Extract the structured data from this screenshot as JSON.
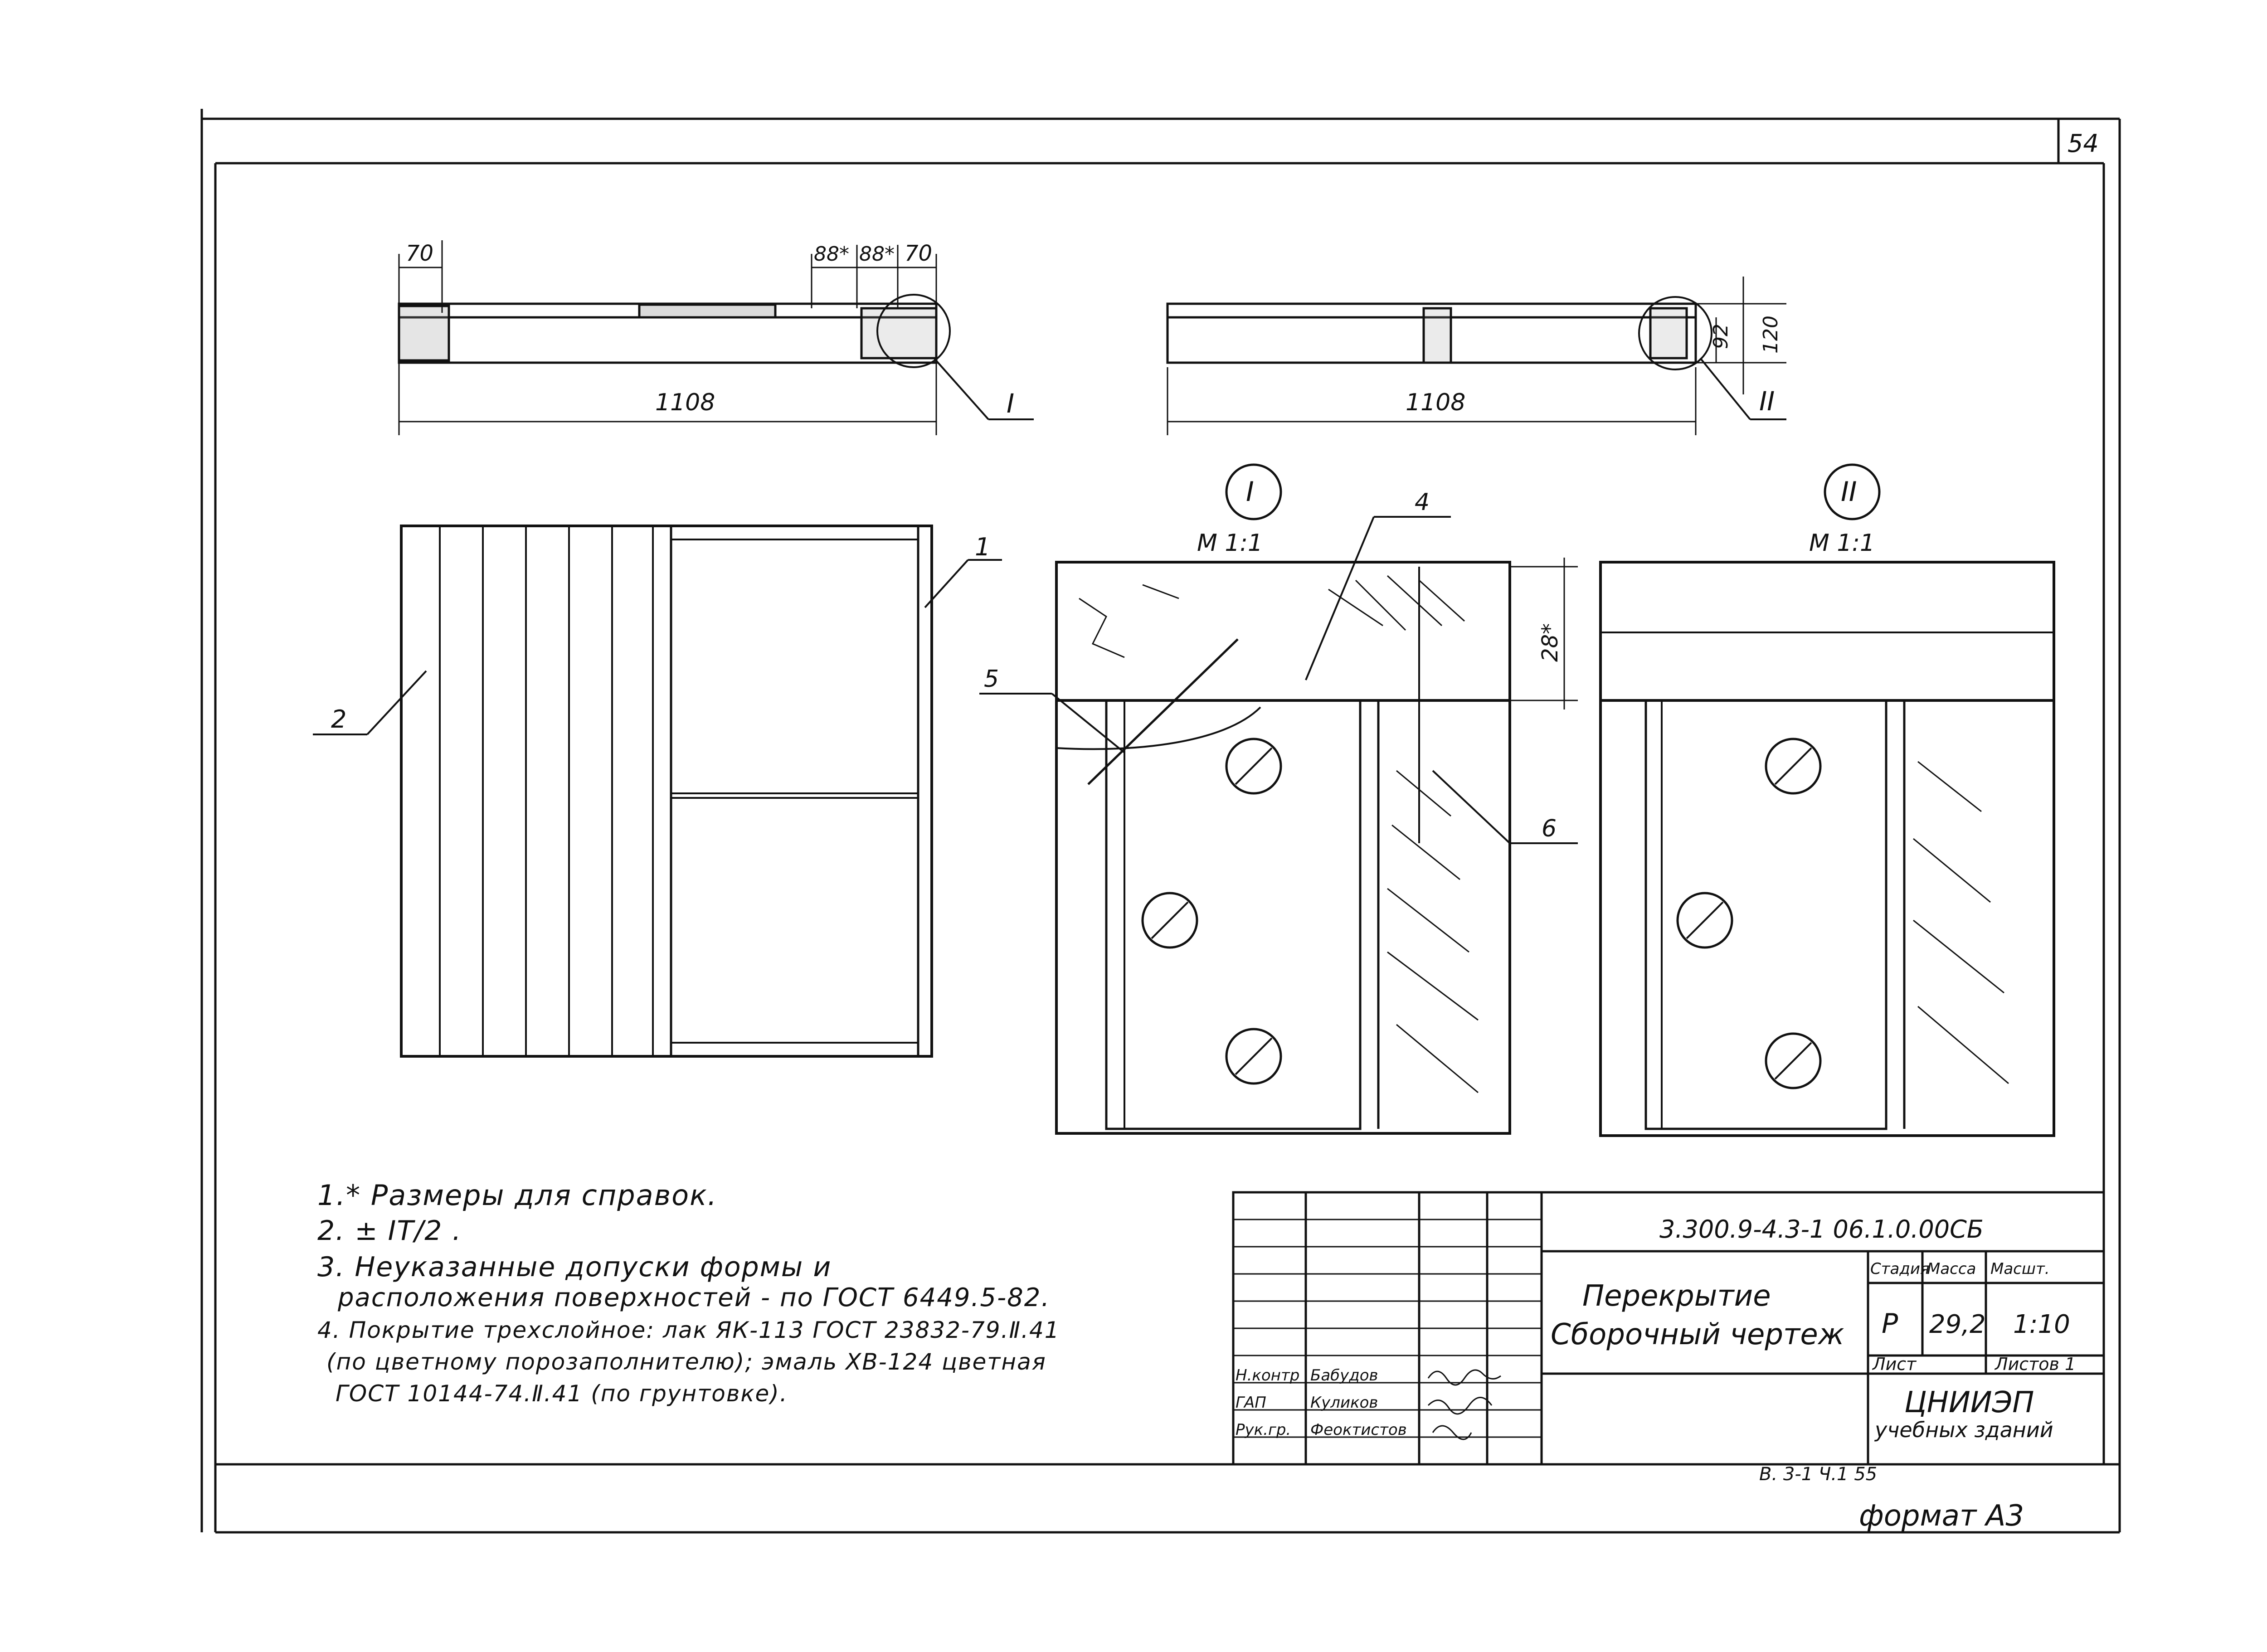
{
  "sheet": {
    "page_number": "54",
    "format_label": "формат А3",
    "stamp_code": "В. 3-1 Ч.1 55"
  },
  "drawing": {
    "dim_top_1": {
      "d70_left": "70",
      "d88a": "88*",
      "d88b": "88*",
      "d70_right": "70",
      "length": "1108",
      "callout": "I"
    },
    "dim_top_2": {
      "length": "1108",
      "d92": "92",
      "d120": "120",
      "callout": "II"
    },
    "panel": {
      "callout_1": "1",
      "callout_2": "2"
    },
    "detail_1": {
      "title": "I",
      "scale": "М 1:1",
      "callout_4": "4",
      "callout_5": "5",
      "callout_6": "6",
      "dim_28": "28*"
    },
    "detail_2": {
      "title": "II",
      "scale": "М 1:1"
    }
  },
  "notes": [
    "1.* Размеры для справок.",
    "2. ± IT/2 .",
    "3. Неуказанные допуски формы и",
    "расположения поверхностей - по ГОСТ 6449.5-82.",
    "4. Покрытие трехслойное: лак ЯК-113 ГОСТ 23832-79.Ⅱ.41",
    "(по цветному порозаполнителю); эмаль ХВ-124 цветная",
    "ГОСТ 10144-74.Ⅱ.41 (по грунтовке)."
  ],
  "title_block": {
    "doc_code": "3.300.9-4.3-1 06.1.0.00СБ",
    "title_line1": "Перекрытие",
    "title_line2": "Сборочный чертеж",
    "stage_label": "Стадия",
    "mass_label": "Масса",
    "scale_label": "Масшт.",
    "stage": "Р",
    "mass": "29,2",
    "scale": "1:10",
    "sheet_label": "Лист",
    "sheets_label": "Листов 1",
    "org_line1": "ЦНИИЭП",
    "org_line2": "учебных зданий",
    "roles": [
      "Н.контр",
      "ГАП",
      "Рук.гр."
    ],
    "names": [
      "Бабудов",
      "Куликов",
      "Феоктистов"
    ]
  }
}
